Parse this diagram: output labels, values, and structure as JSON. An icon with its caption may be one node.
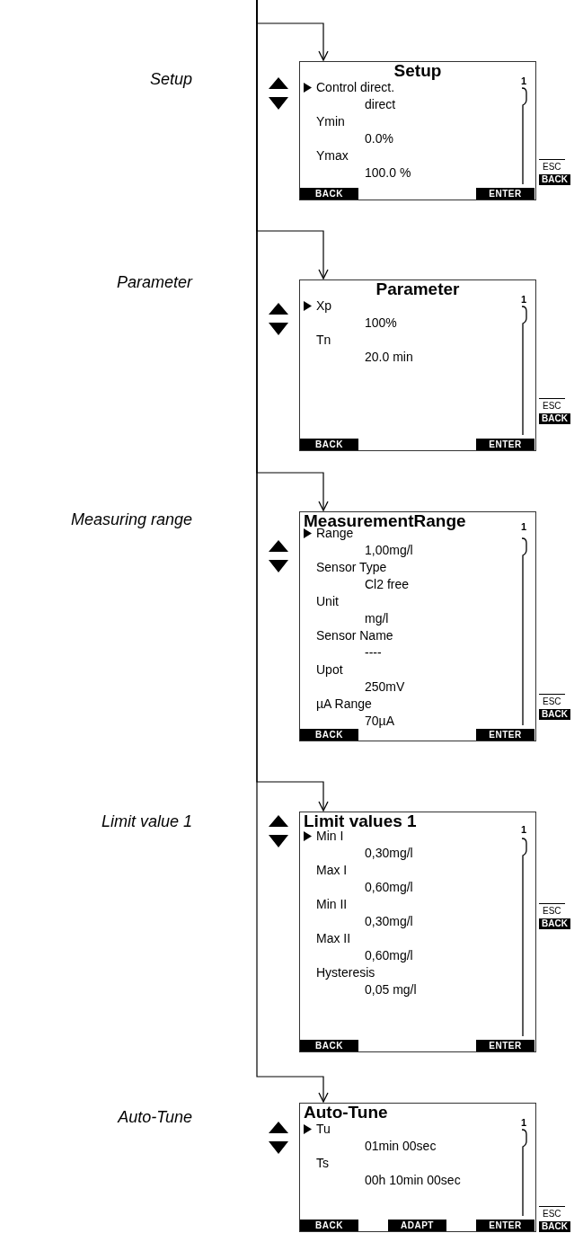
{
  "diagram": {
    "nodes": [
      {
        "text": [
          "Setup",
          "Control direct.",
          "direct",
          "Ymin",
          "0.0%",
          "Ymax",
          "100.0 %",
          "1"
        ],
        "beside": [
          "ESC",
          "BACK"
        ]
      },
      {
        "text": [
          "BACK"
        ],
        "in": 0
      },
      {
        "text": [
          "ENTER"
        ],
        "in": 0
      },
      {
        "text": [
          "Parameter",
          "Xp",
          "100%",
          "Tn",
          "20.0 min",
          "1"
        ],
        "beside": [
          "ESC",
          "BACK"
        ]
      },
      {
        "text": [
          "BACK"
        ],
        "in": 3
      },
      {
        "text": [
          "ENTER"
        ],
        "in": 3
      },
      {
        "text": [
          "MeasurementRange",
          "Range",
          "1,00mg/l",
          "Sensor Type",
          "Cl2 free",
          "Unit",
          "mg/l",
          "Sensor Name",
          "----",
          "Upot",
          "250mV",
          "µA Range",
          "70µA",
          "1"
        ],
        "beside": [
          "ESC",
          "BACK"
        ]
      },
      {
        "text": [
          "BACK"
        ],
        "in": 6
      },
      {
        "text": [
          "ENTER"
        ],
        "in": 6
      },
      {
        "text": [
          "Limit values 1",
          "Min I",
          "0,30mg/l",
          "Max I",
          "0,60mg/l",
          "Min II",
          "0,30mg/l",
          "Max II",
          "0,60mg/l",
          "Hysteresis",
          "0,05 mg/l",
          "1"
        ],
        "beside": [
          "ESC",
          "BACK"
        ]
      },
      {
        "text": [
          "BACK"
        ],
        "in": 9
      },
      {
        "text": [
          "ENTER"
        ],
        "in": 9
      },
      {
        "text": [
          "Auto-Tune",
          "Tu",
          "01min 00sec",
          "Ts",
          "00h 10min 00sec",
          "1"
        ],
        "beside": [
          "ESC",
          "BACK"
        ]
      },
      {
        "text": [
          "BACK"
        ],
        "in": 12
      },
      {
        "text": [
          "ADAPT"
        ],
        "in": 12
      },
      {
        "text": [
          "ENTER"
        ],
        "in": 12
      }
    ],
    "edges": [
      {
        "from": null,
        "to": 0,
        "arrow": "to"
      },
      {
        "from": null,
        "to": 3,
        "arrow": "to"
      },
      {
        "from": null,
        "to": 6,
        "arrow": "to"
      },
      {
        "from": null,
        "to": 9,
        "arrow": "to"
      },
      {
        "from": null,
        "to": 12,
        "arrow": "to"
      }
    ],
    "labels": [
      "Setup",
      "Parameter",
      "Measuring range",
      "Limit value 1",
      "Auto-Tune"
    ]
  }
}
